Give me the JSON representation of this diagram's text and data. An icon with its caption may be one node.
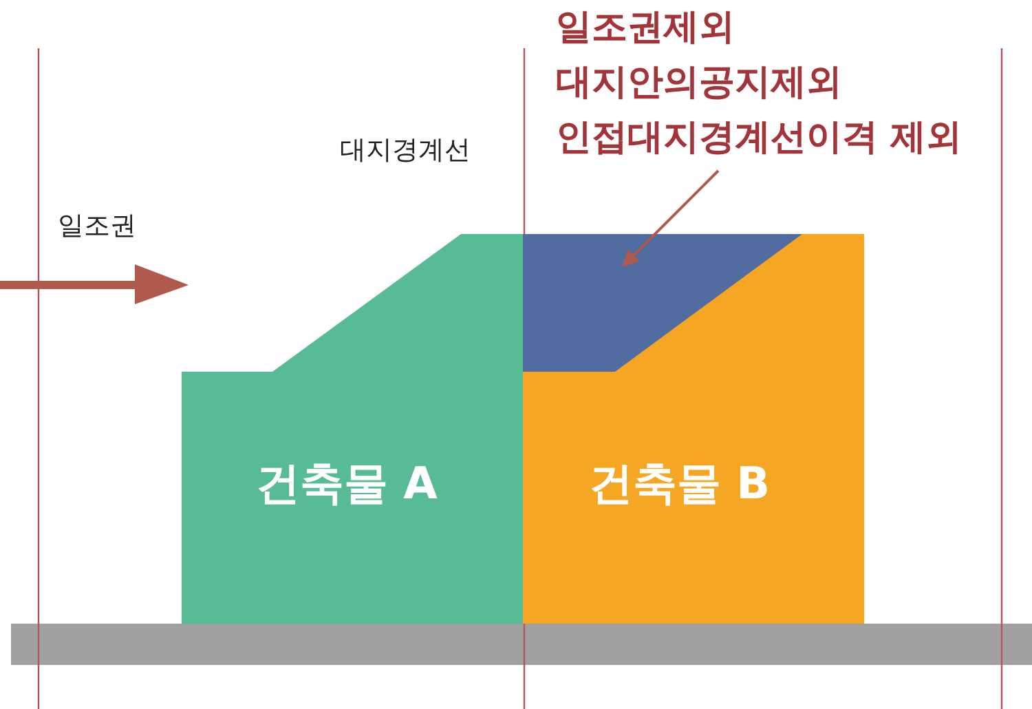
{
  "diagram": {
    "nodes": [
      {
        "text": [
          "건축물 A"
        ]
      },
      {
        "text": [
          "건축물 B"
        ]
      },
      {
        "text": [],
        "shape": "box",
        "in": 1
      },
      {
        "text": [
          "일조권제외",
          "대지안의공지제외",
          "인접대지경계선이격 제외"
        ]
      }
    ],
    "edges": [
      {
        "from": 3,
        "to": 2,
        "arrow": "to",
        "color": "#b05a4e"
      }
    ],
    "labels": [
      "대지경계선",
      "일조권"
    ]
  }
}
